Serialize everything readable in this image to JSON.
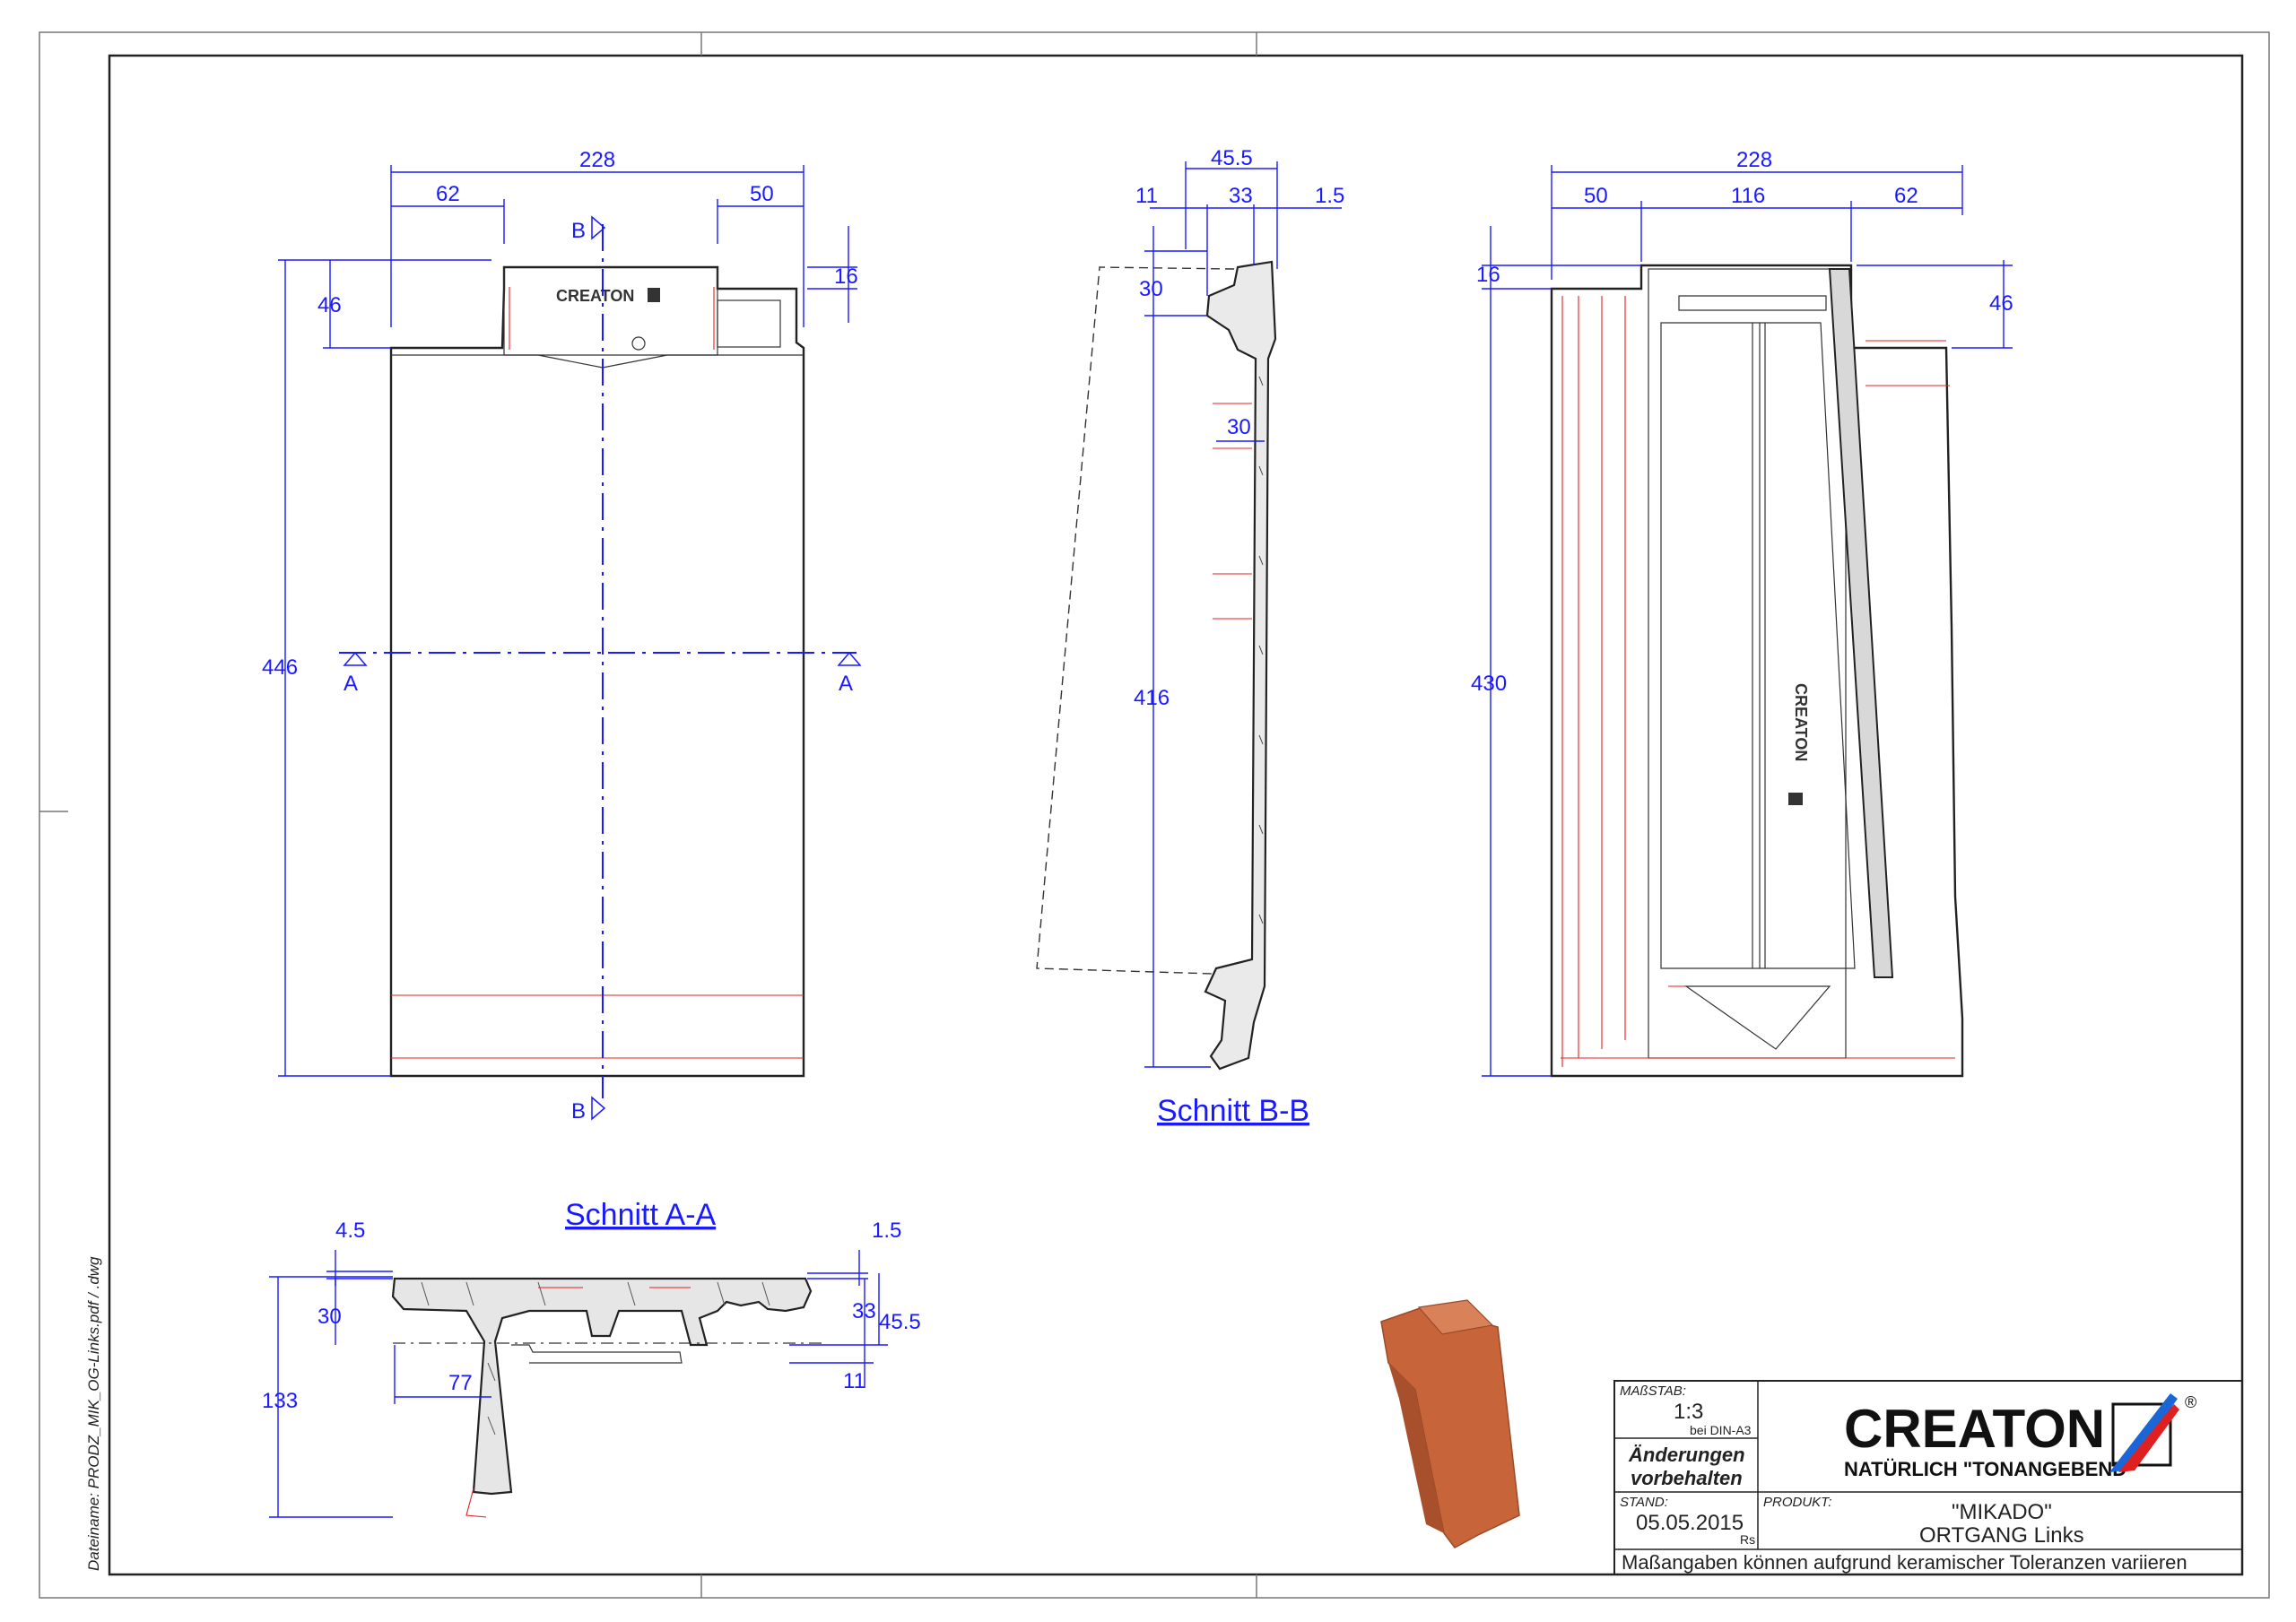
{
  "views": {
    "top": {
      "dims": {
        "w_total": "228",
        "w_left": "62",
        "w_right": "50",
        "h_total": "446",
        "h_top": "46",
        "h_small": "16"
      },
      "section_b_top": "B",
      "section_b_bottom": "B",
      "section_a_left": "A",
      "section_a_right": "A",
      "logo_text": "CREATON"
    },
    "section_bb": {
      "title": "Schnitt B-B",
      "dims": {
        "w_total": "45.5",
        "w_a": "11",
        "w_b": "33",
        "w_c": "1.5",
        "h_a": "30",
        "h_b": "30",
        "h_total": "416"
      }
    },
    "bottom": {
      "dims": {
        "w_total": "228",
        "w_left": "50",
        "w_mid": "116",
        "w_right": "62",
        "h_small": "16",
        "h_right": "46",
        "h_total": "430"
      },
      "logo_text": "CREATON"
    },
    "section_aa": {
      "title": "Schnitt A-A",
      "dims": {
        "t_left": "4.5",
        "t_left_h": "30",
        "h_total": "133",
        "w": "77",
        "t_right": "1.5",
        "h_right_a": "33",
        "h_right_b": "45.5",
        "h_right_c": "11"
      }
    }
  },
  "filename_label": "Dateiname: PRODZ_MIK_OG-Links.pdf / .dwg",
  "title_block": {
    "scale_label": "MAßSTAB:",
    "scale_value": "1:3",
    "scale_note": "bei DIN-A3",
    "changes_line1": "Änderungen",
    "changes_line2": "vorbehalten",
    "stand_label": "STAND:",
    "stand_value": "05.05.2015",
    "stand_initials": "Rs",
    "product_label": "PRODUKT:",
    "product_line1": "\"MIKADO\"",
    "product_line2": "ORTGANG Links",
    "brand": "CREATON",
    "slogan": "NATÜRLICH \"TONANGEBEND\"",
    "registered": "®",
    "footer_note": "Maßangaben  können  aufgrund  keramischer  Toleranzen  variieren"
  },
  "colors": {
    "dimension": "#1a1aff",
    "outline": "#222222",
    "hidden": "#e02020",
    "tile": "#c8643a"
  }
}
